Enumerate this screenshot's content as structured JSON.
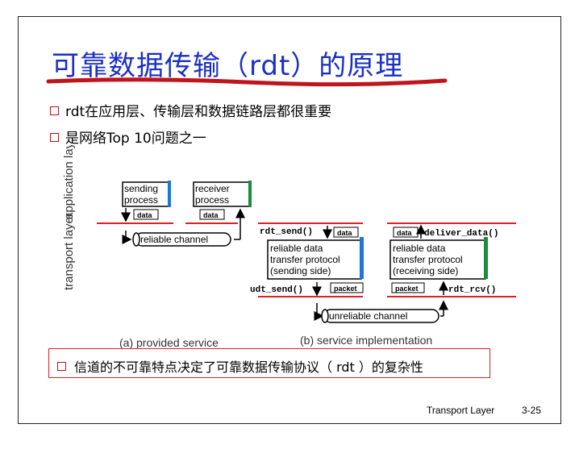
{
  "title": "可靠数据传输（rdt）的原理",
  "bullets": [
    "rdt在应用层、传输层和数据链路层都很重要",
    "是网络Top 10问题之一"
  ],
  "diagram": {
    "layer_labels": {
      "application": "application layer",
      "transport": "transport layer"
    },
    "left": {
      "sending_process": [
        "sending",
        "process"
      ],
      "receiver_process": [
        "receiver",
        "process"
      ],
      "data1": "data",
      "data2": "data",
      "channel": "reliable channel",
      "caption": "(a)  provided service"
    },
    "right": {
      "rdt_send": "rdt_send()",
      "data_send": "data",
      "data_deliver": "data",
      "deliver_data": "deliver_data()",
      "sender_box": [
        "reliable data",
        "transfer protocol",
        "(sending side)"
      ],
      "receiver_box": [
        "reliable data",
        "transfer protocol",
        "(receiving side)"
      ],
      "udt_send": "udt_send()",
      "packet_send": "packet",
      "packet_recv": "packet",
      "rdt_rcv": "rdt_rcv()",
      "channel": "unreliable channel",
      "caption": "(b) service implementation"
    }
  },
  "note": "信道的不可靠特点决定了可靠数据传输协议（ rdt ）的复杂性",
  "footer": {
    "course": "Transport Layer",
    "page": "3-25"
  },
  "colors": {
    "title": "#1a2fc4",
    "accent_red": "#e11f25",
    "blue": "#1e78d2",
    "green": "#1e8a3c"
  }
}
